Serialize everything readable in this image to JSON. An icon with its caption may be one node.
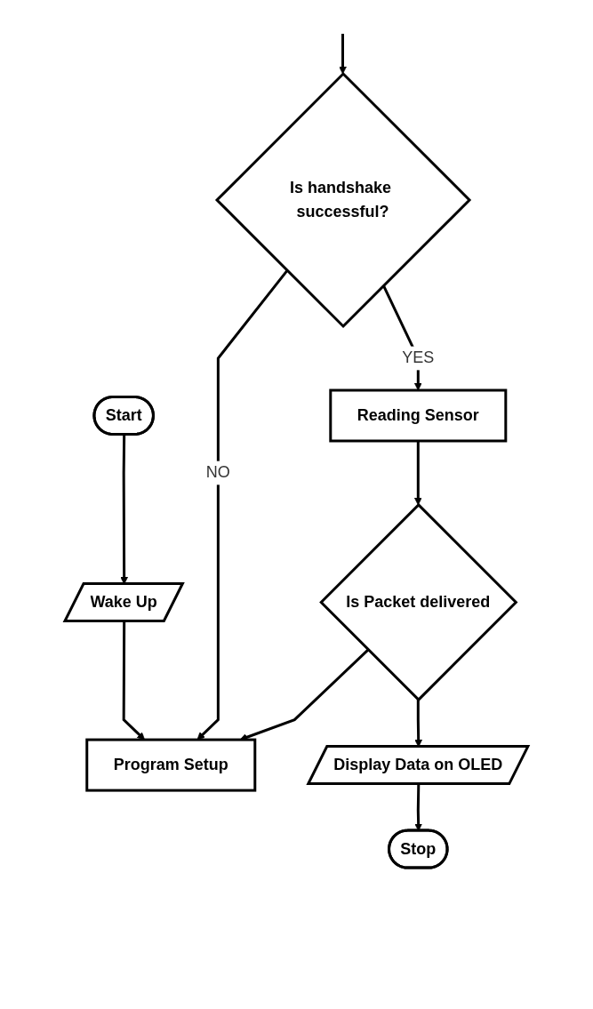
{
  "diagram": {
    "nodes": [
      {
        "text": [
          "Start"
        ]
      },
      {
        "text": [
          "Wake Up"
        ]
      },
      {
        "text": [
          "Program Setup"
        ]
      },
      {
        "text": [
          "Is handshake successful?"
        ]
      },
      {
        "text": [
          "Reading Sensor"
        ]
      },
      {
        "text": [
          "Is Packet delivered"
        ]
      },
      {
        "text": [
          "Display Data on OLED"
        ]
      },
      {
        "text": [
          "Stop"
        ]
      }
    ],
    "edges": [
      {
        "from": 0,
        "to": 1,
        "arrow": "to"
      },
      {
        "from": 1,
        "to": 2,
        "arrow": "to"
      },
      {
        "from": null,
        "to": 3,
        "arrow": "to"
      },
      {
        "from": 3,
        "to": 2,
        "arrow": "to",
        "label": "NO"
      },
      {
        "from": 3,
        "to": 4,
        "arrow": "to",
        "label": "YES"
      },
      {
        "from": 4,
        "to": 5,
        "arrow": "to"
      },
      {
        "from": 5,
        "to": 2,
        "arrow": "to"
      },
      {
        "from": 5,
        "to": 6,
        "arrow": "to"
      },
      {
        "from": 6,
        "to": 7,
        "arrow": "to"
      }
    ]
  }
}
